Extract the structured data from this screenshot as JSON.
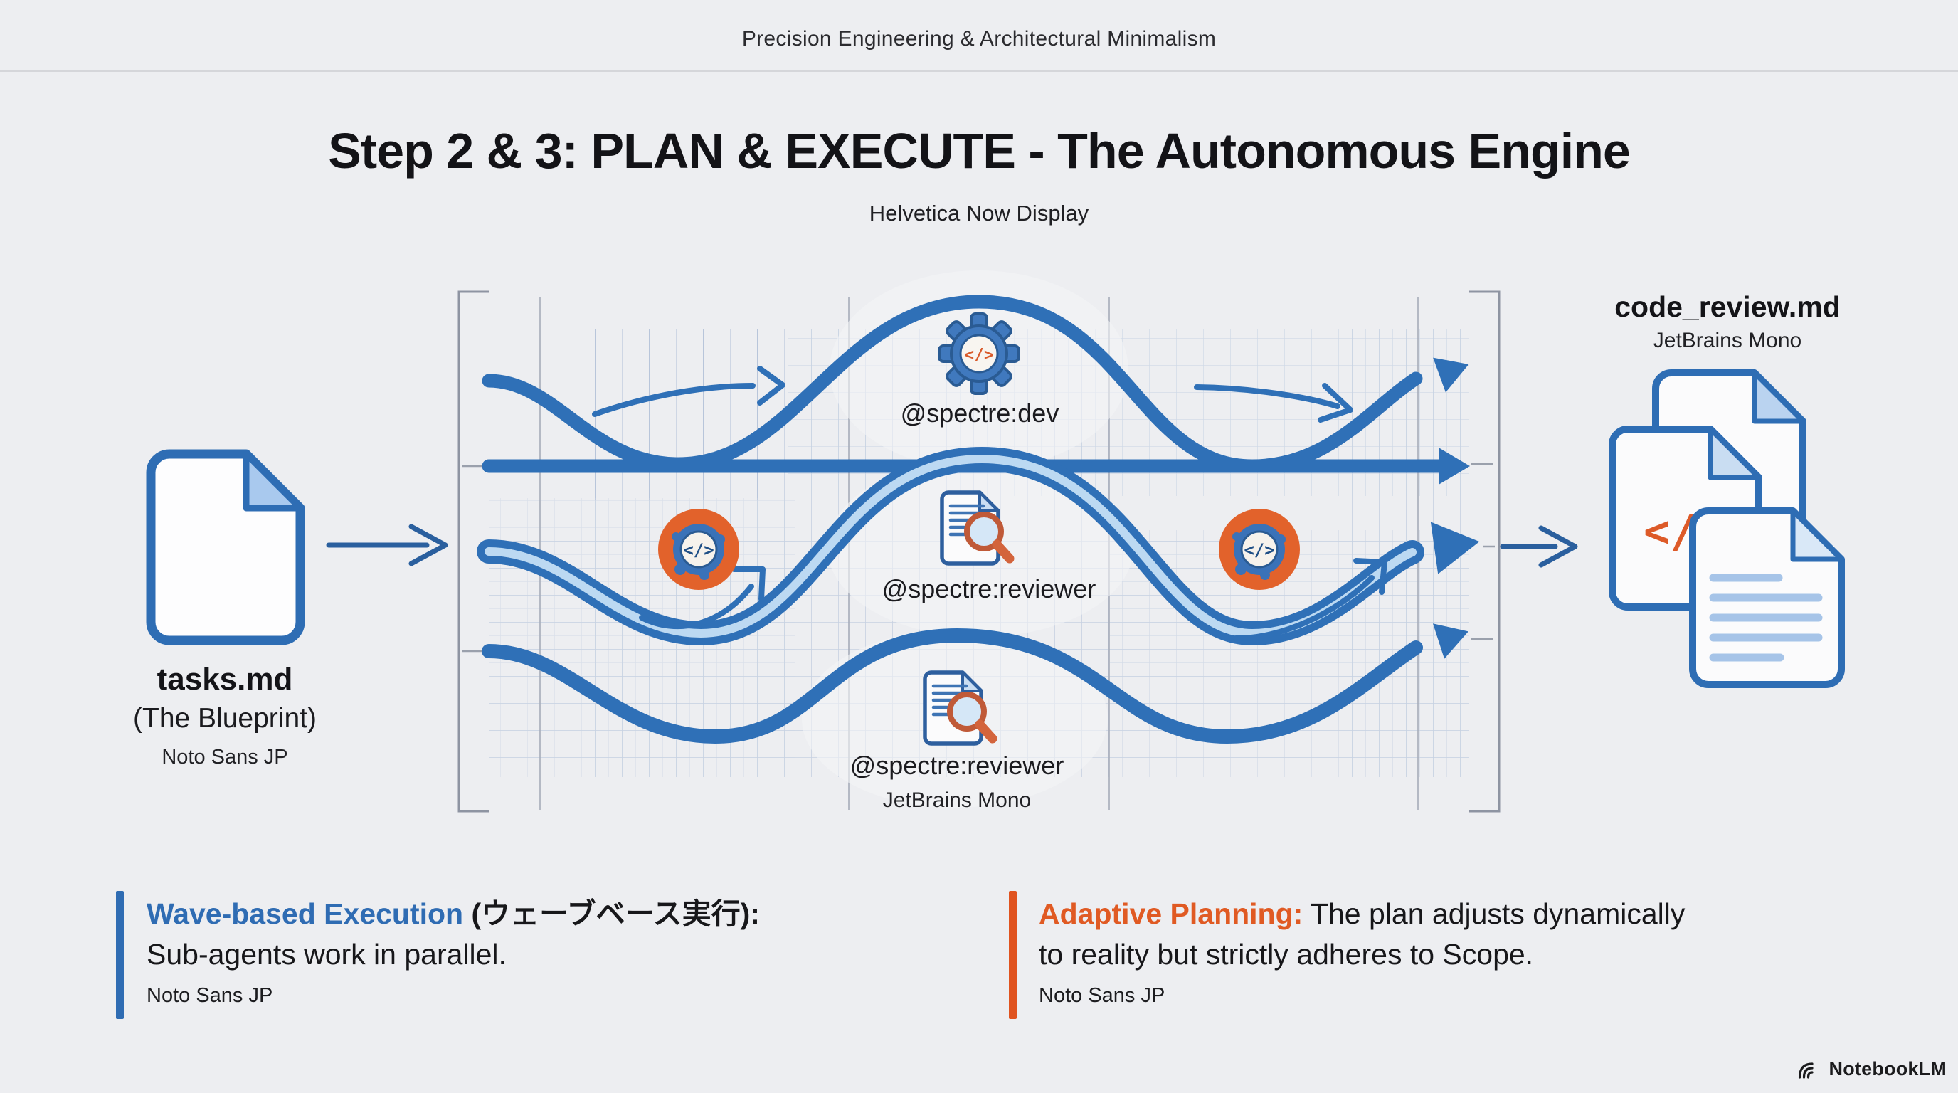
{
  "colors": {
    "background": "#EDEEF1",
    "wave_blue": "#2F70B7",
    "blue_dark": "#2A5F9E",
    "wave_core_light_blue": "#BCD9F2",
    "orange": "#E2622B",
    "orange_text": "#E05A23",
    "blue_text": "#2F6CB3",
    "grid_line": "#BFCBDE"
  },
  "header": {
    "kicker": "Precision Engineering & Architectural Minimalism",
    "title": "Step 2 & 3: PLAN & EXECUTE - The Autonomous Engine",
    "subtitle": "Helvetica Now Display"
  },
  "input_doc": {
    "name": "tasks.md",
    "alias": "(The Blueprint)",
    "font_note": "Noto Sans JP"
  },
  "pipeline": {
    "code_glyph": "</>",
    "dev_agent": {
      "label": "@spectre:dev"
    },
    "mid_reviewer": {
      "label": "@spectre:reviewer"
    },
    "bottom_reviewer": {
      "label": "@spectre:reviewer",
      "font_note": "JetBrains Mono"
    }
  },
  "output_doc": {
    "name": "code_review.md",
    "font_note": "JetBrains Mono"
  },
  "callouts": {
    "left": {
      "title": "Wave-based Execution",
      "title_suffix": " (ウェーブベース実行):",
      "body": "Sub-agents work in parallel.",
      "font_note": "Noto Sans JP"
    },
    "right": {
      "title": "Adaptive Planning:",
      "body_line1": " The plan adjusts dynamically",
      "body_line2": "to reality but strictly adheres to Scope.",
      "font_note": "Noto Sans JP"
    }
  },
  "footer": {
    "brand": "NotebookLM"
  },
  "icons": {
    "input": "document-icon",
    "dev": "gear-code-icon",
    "reviewer": "document-magnifier-icon",
    "agent_node": "splash-code-node-icon",
    "output": "document-stack-icon",
    "brand": "notebooklm-arcs-icon"
  }
}
